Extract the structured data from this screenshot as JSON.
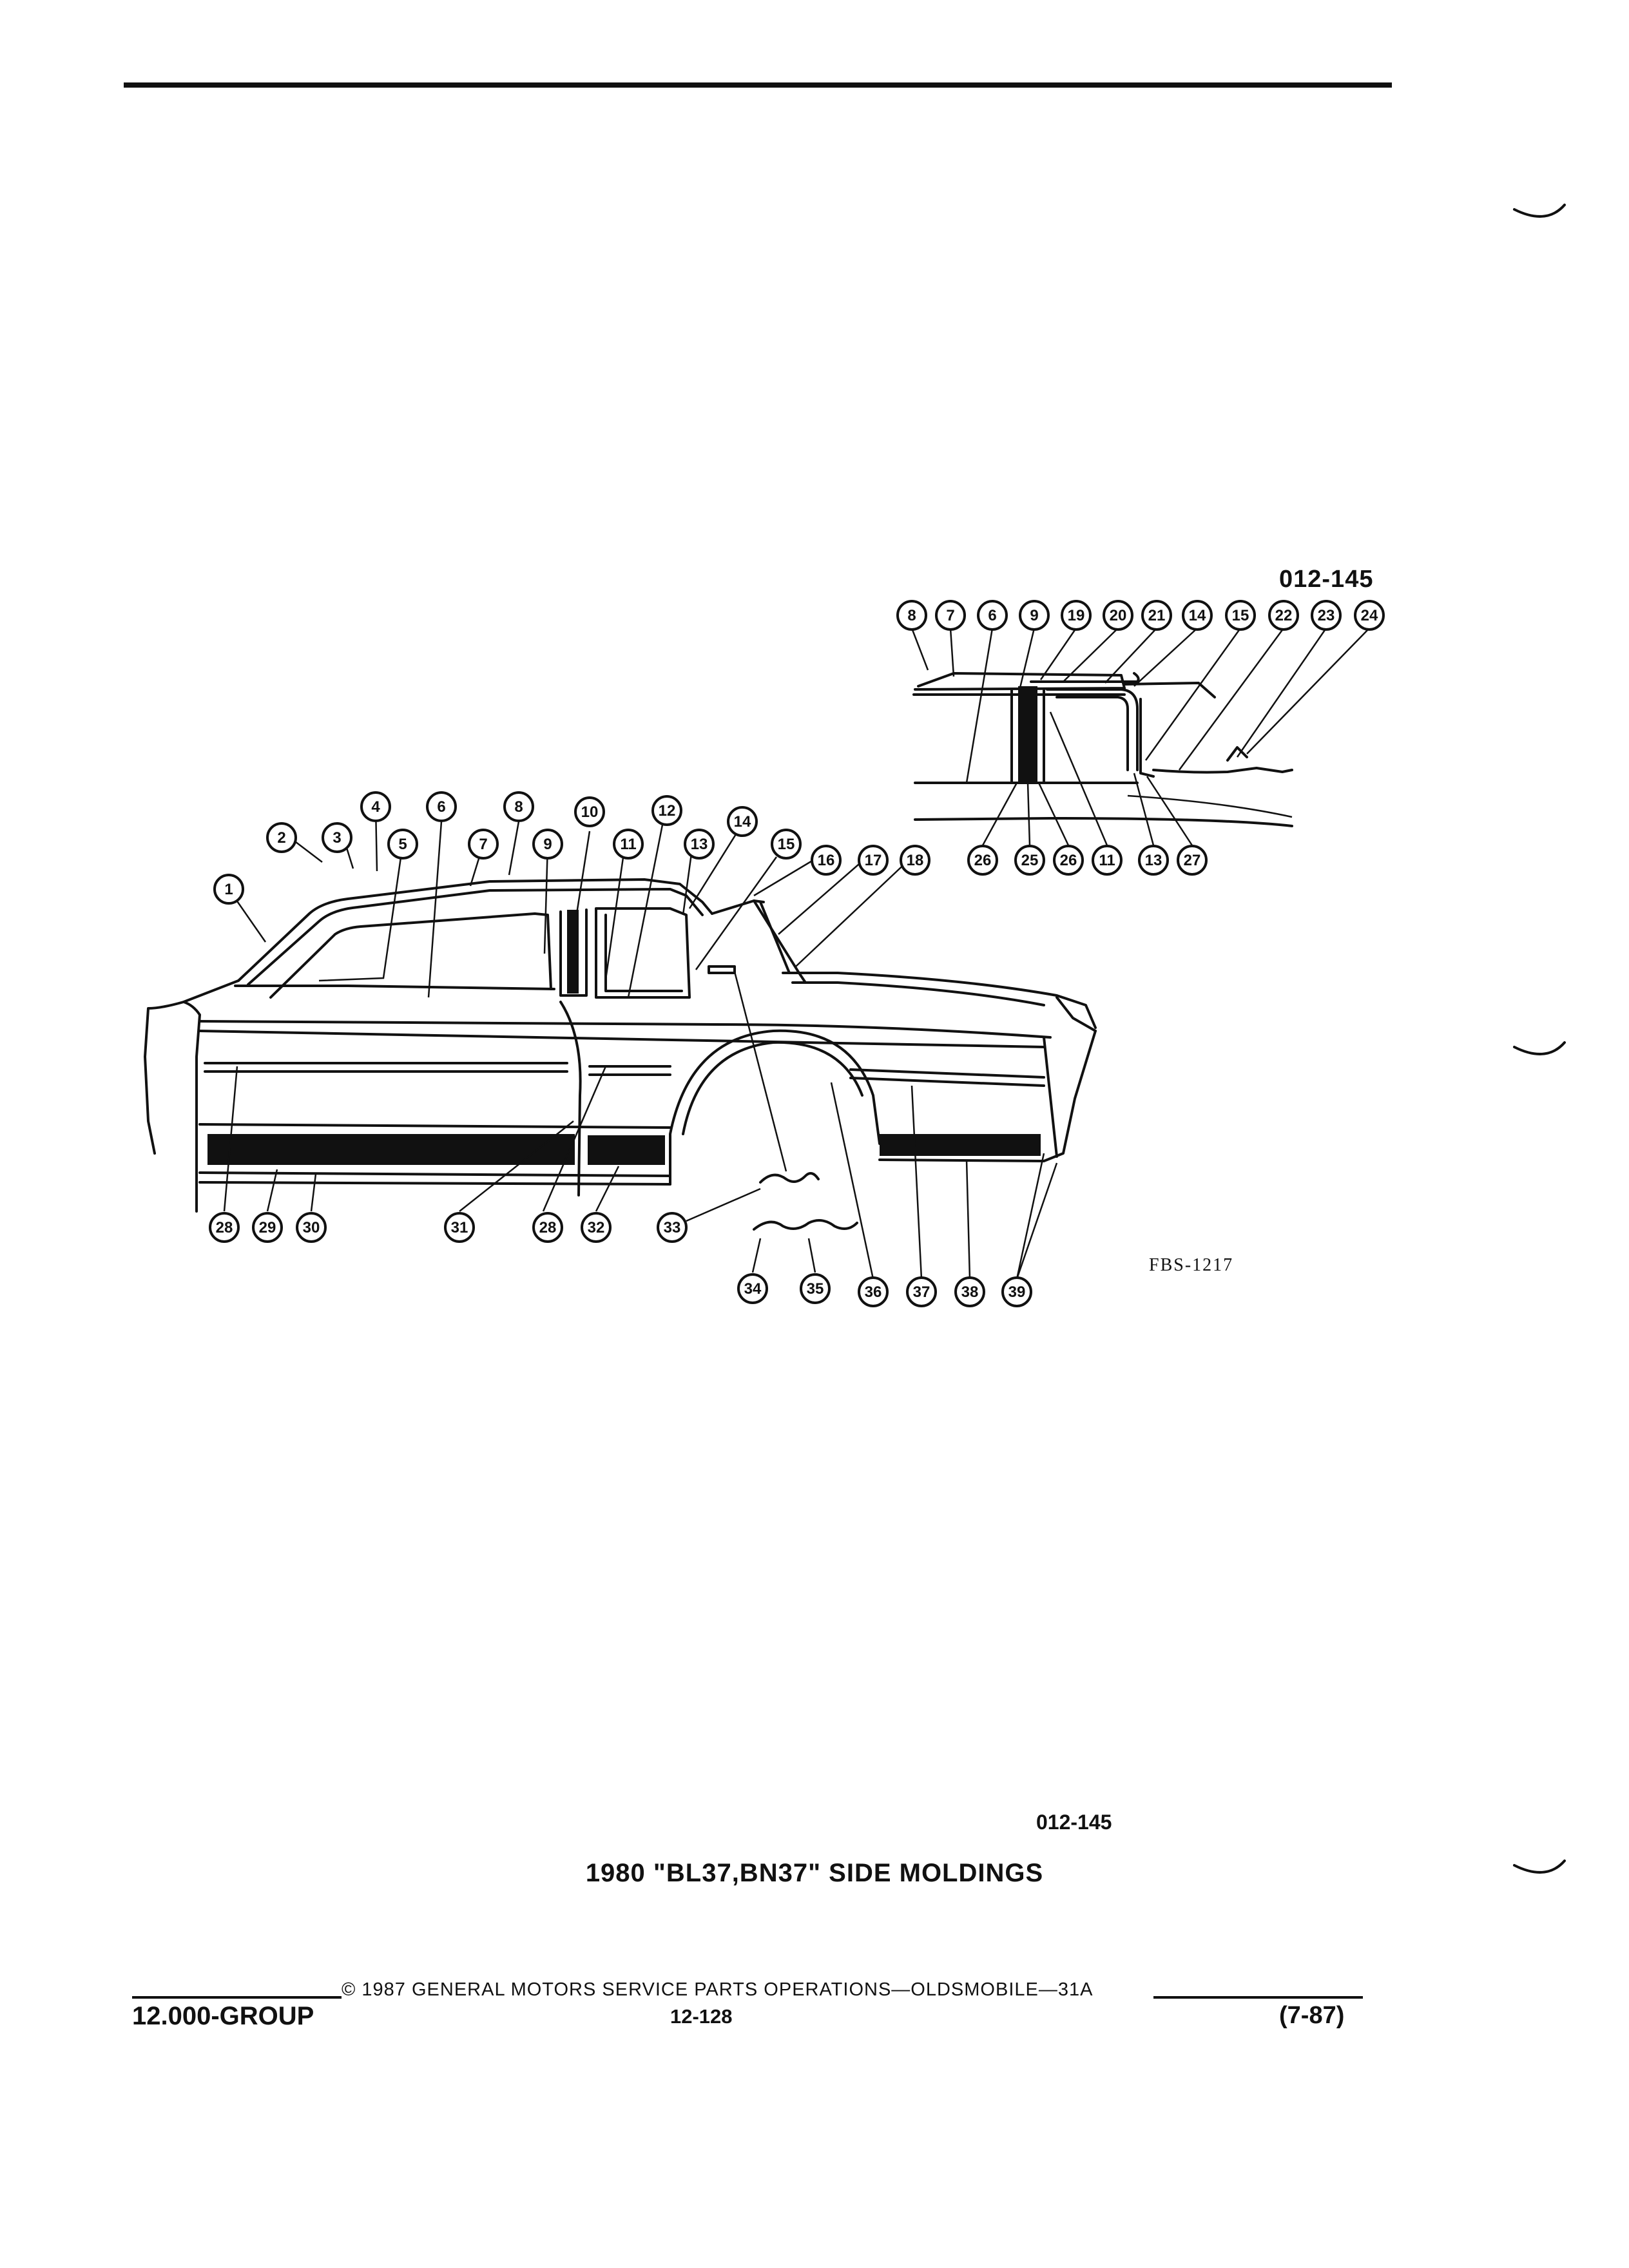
{
  "page": {
    "ref_code_top": "012-145",
    "ref_code_bottom": "012-145",
    "title": "1980 \"BL37,BN37\" SIDE MOLDINGS",
    "figure_code": "FBS-1217",
    "copyright": "© 1987 GENERAL MOTORS SERVICE PARTS OPERATIONS—OLDSMOBILE—31A",
    "page_number": "12-128",
    "group": "12.000-GROUP",
    "date": "(7-87)"
  },
  "callouts": {
    "inset": [
      "8",
      "7",
      "6",
      "9",
      "19",
      "20",
      "21",
      "14",
      "15",
      "22",
      "23",
      "24",
      "26",
      "25",
      "26",
      "11",
      "13",
      "27"
    ],
    "main_top": [
      "1",
      "2",
      "3",
      "4",
      "5",
      "6",
      "7",
      "8",
      "9",
      "10",
      "11",
      "12",
      "13",
      "14",
      "15",
      "16",
      "17",
      "18"
    ],
    "main_bottom": [
      "28",
      "29",
      "30",
      "31",
      "28",
      "32",
      "33",
      "34",
      "35",
      "36",
      "37",
      "38",
      "39"
    ]
  }
}
